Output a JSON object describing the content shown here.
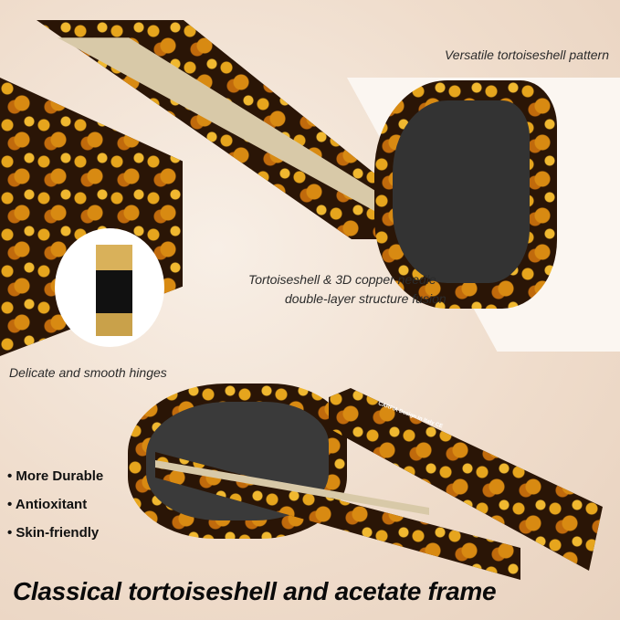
{
  "captions": {
    "pattern": "Versatile tortoiseshell pattern",
    "fusion_line1": "Tortoiseshell & 3D copper needle",
    "fusion_line2": "double-layer structure fusion",
    "hinges": "Delicate and smooth hinges"
  },
  "features": [
    "More Durable",
    "Antioxitant",
    "Skin-friendly"
  ],
  "headline": "Classical tortoiseshell and acetate frame",
  "temple_print": "CARFIA  Design in Italy  CE",
  "colors": {
    "background": "#f3e6da",
    "tortoise_dark": "#2a1506",
    "tortoise_amber": "#e6a51d",
    "metal": "#d8c9a8"
  }
}
